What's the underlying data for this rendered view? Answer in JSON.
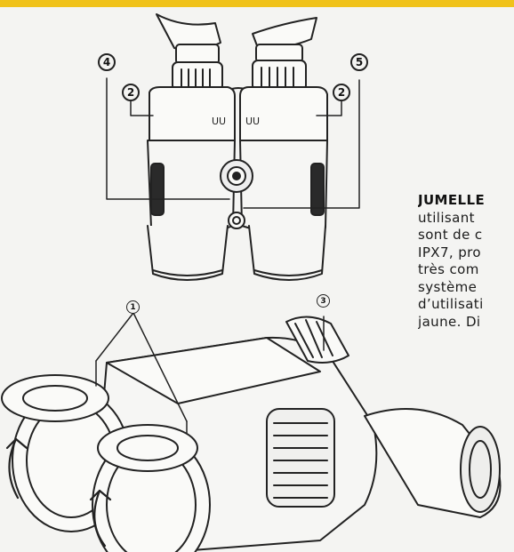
{
  "page": {
    "accent_color": "#f0c21a"
  },
  "callouts": {
    "c1": "1",
    "c2_left": "2",
    "c2_right": "2",
    "c3": "3",
    "c4": "4",
    "c5": "5"
  },
  "text_lines": [
    "JUMELLE",
    "utilisant",
    "sont de c",
    "IPX7, pro",
    "très com",
    "système",
    "d’utilisati",
    "jaune. Di"
  ]
}
